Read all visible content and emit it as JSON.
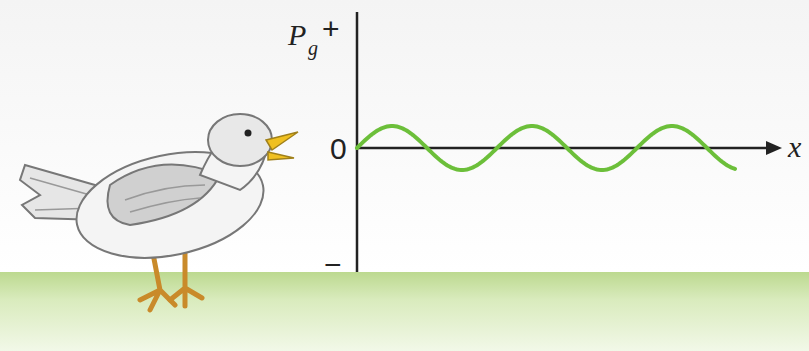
{
  "diagram": {
    "labels": [
      "P",
      "g",
      "+",
      "0",
      "−",
      "x"
    ]
  }
}
